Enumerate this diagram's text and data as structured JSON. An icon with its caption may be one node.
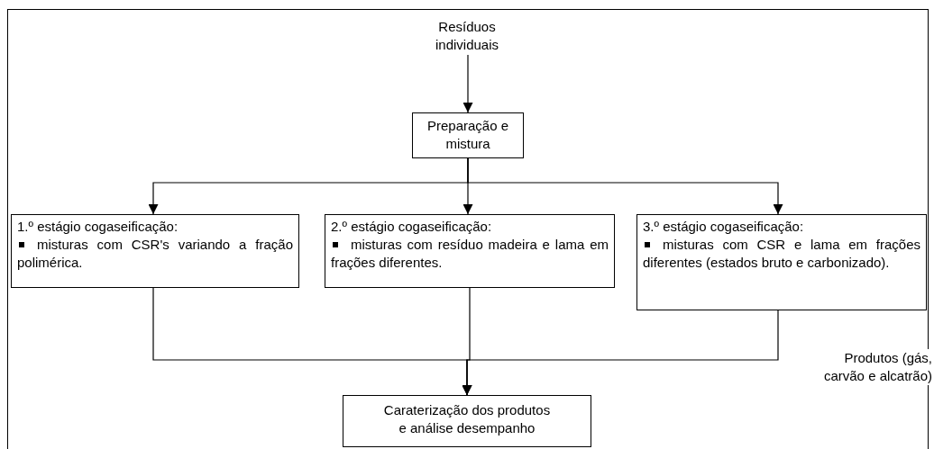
{
  "diagram": {
    "nodes": [
      {
        "text": [
          "Resíduos individuais"
        ]
      },
      {
        "text": [
          "Preparação e mistura"
        ]
      },
      {
        "text": [
          "1.º estágio cogaseificação:",
          "misturas com CSR's variando a fração polimérica."
        ]
      },
      {
        "text": [
          "2.º estágio cogaseificação:",
          "misturas com resíduo madeira e lama em frações diferentes."
        ]
      },
      {
        "text": [
          "3.º estágio cogaseificação:",
          "misturas com CSR e lama em frações diferentes (estados bruto e carbonizado)."
        ]
      },
      {
        "text": [
          "Caraterização dos produtos e análise desempanho"
        ]
      }
    ],
    "edges": [
      {
        "from": 0,
        "to": 1,
        "arrow": "to"
      },
      {
        "from": 1,
        "to": 2,
        "arrow": "to"
      },
      {
        "from": 1,
        "to": 3,
        "arrow": "to"
      },
      {
        "from": 1,
        "to": 4,
        "arrow": "to"
      },
      {
        "from": 2,
        "to": 5,
        "arrow": "to"
      },
      {
        "from": 3,
        "to": 5,
        "arrow": "to"
      },
      {
        "from": 4,
        "to": 5,
        "arrow": "to"
      }
    ],
    "labels": [
      "Produtos (gás, carvão e alcatrão)"
    ]
  }
}
